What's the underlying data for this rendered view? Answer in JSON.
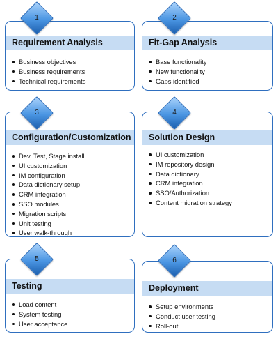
{
  "phases": [
    {
      "number": "1",
      "title": "Requirement Analysis",
      "items": [
        "Business objectives",
        "Business requirements",
        "Technical requirements"
      ]
    },
    {
      "number": "2",
      "title": "Fit-Gap Analysis",
      "items": [
        "Base functionality",
        "New functionality",
        "Gaps identified"
      ]
    },
    {
      "number": "3",
      "title": "Configuration/Customization",
      "items": [
        "Dev, Test, Stage install",
        "UI customization",
        "IM configuration",
        "Data dictionary setup",
        "CRM integration",
        "SSO modules",
        "Migration scripts",
        "Unit testing",
        "User walk-through"
      ]
    },
    {
      "number": "4",
      "title": "Solution Design",
      "items": [
        "UI customization",
        "IM repository design",
        "Data dictionary",
        "CRM integration",
        "SSO/Authorization",
        "Content migration strategy"
      ]
    },
    {
      "number": "5",
      "title": "Testing",
      "items": [
        "Load content",
        "System testing",
        "User acceptance"
      ]
    },
    {
      "number": "6",
      "title": "Deployment",
      "items": [
        "Setup environments",
        "Conduct user testing",
        "Roll-out"
      ]
    }
  ],
  "colors": {
    "border": "#2f6fbf",
    "band": "#c6dcf3",
    "diamond": "#4a95e2"
  }
}
